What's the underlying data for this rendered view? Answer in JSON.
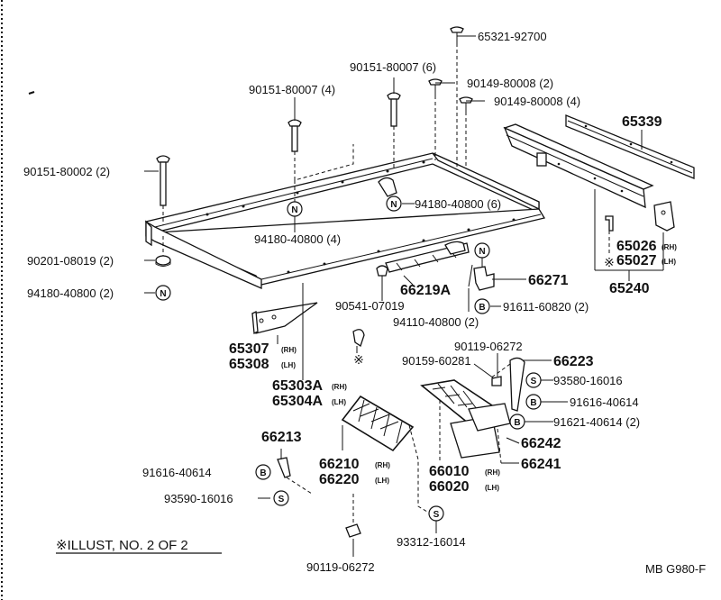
{
  "labels": {
    "l65321_92700": "65321-92700",
    "l90151_80007_6": "90151-80007 (6)",
    "l90149_80008_2": "90149-80008 (2)",
    "l90151_80007_4": "90151-80007 (4)",
    "l90149_80008_4": "90149-80008 (4)",
    "l65339": "65339",
    "l90151_80002_2": "90151-80002 (2)",
    "l94180_40800_6": "94180-40800 (6)",
    "l94180_40800_4": "94180-40800 (4)",
    "l65026": "65026",
    "l65027": "65027",
    "l90201_08019_2": "90201-08019 (2)",
    "l66271": "66271",
    "l65240": "65240",
    "l94180_40800_2": "94180-40800 (2)",
    "l66219A": "66219A",
    "l90541_07019": "90541-07019",
    "l91611_60820_2": "91611-60820 (2)",
    "l94110_40800_2": "94110-40800 (2)",
    "l65307": "65307",
    "l65308": "65308",
    "l90119_06272_top": "90119-06272",
    "l90159_60281": "90159-60281",
    "l66223": "66223",
    "l93580_16016_right": "93580-16016",
    "l65303A": "65303A",
    "l65304A": "65304A",
    "l91616_40614_right": "91616-40614",
    "l91621_40614_2": "91621-40614 (2)",
    "l66213": "66213",
    "l66242": "66242",
    "l66210": "66210",
    "l66220": "66220",
    "l66241": "66241",
    "l66010": "66010",
    "l66020": "66020",
    "l91616_40614_left": "91616-40614",
    "l93590_16016": "93590-16016",
    "l93312_16014": "93312-16014",
    "l90119_06272_bottom": "90119-06272"
  },
  "side": {
    "rh": "(RH)",
    "lh": "(LH)"
  },
  "symbols": {
    "n": "N",
    "b": "B",
    "s": "S",
    "x": "※"
  },
  "footer": {
    "illust_note": "※ILLUST, NO. 2 OF 2",
    "code": "MB G980-F"
  }
}
